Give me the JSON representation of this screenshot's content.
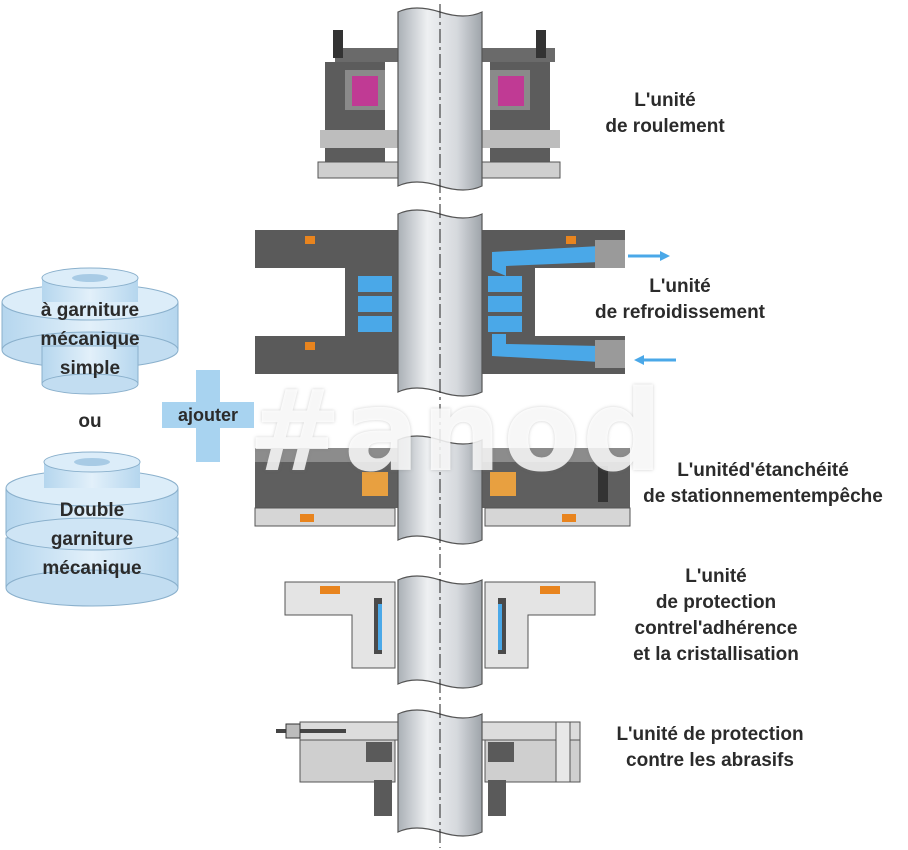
{
  "labels": {
    "bearing": [
      "L'unité",
      "de roulement"
    ],
    "cooling": [
      "L'unité",
      "de refroidissement"
    ],
    "standby": [
      "L'unitéd'étanchéité",
      "de stationnementempêche"
    ],
    "anti_adhesion": [
      "L'unité",
      "de protection",
      "contrel'adhérence",
      "et la cristallisation"
    ],
    "abrasive": [
      "L'unité de protection",
      "contre les abrasifs"
    ]
  },
  "rings": {
    "simple": [
      "à garniture",
      "mécanique",
      "simple"
    ],
    "or": "ou",
    "double": [
      "Double",
      "garniture",
      "mécanique"
    ]
  },
  "plus": {
    "label": "ajouter"
  },
  "watermark": "#anod",
  "colors": {
    "body": "#5a5a5a",
    "light": "#e2e2e2",
    "shaft": "#d4d8dc",
    "blue": "#4aa8e8",
    "orange": "#e8841e",
    "magenta": "#c03a94",
    "ring": "#c8e2f4",
    "plus": "#a8d3f0"
  }
}
